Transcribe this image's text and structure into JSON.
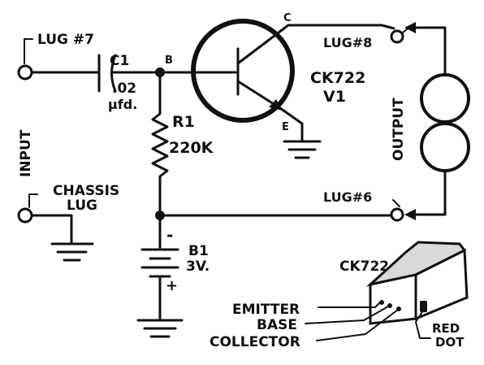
{
  "labels": {
    "lug7": "LUG #7",
    "c1_name": "C1",
    "c1_value": ".02",
    "c1_unit": "μfd.",
    "base": "B",
    "collector": "C",
    "emitter": "E",
    "transistor_type": "CK722",
    "transistor_ref": "V1",
    "lug8": "LUG#8",
    "r1_name": "R1",
    "r1_value": "220K",
    "input": "INPUT",
    "output": "OUTPUT",
    "chassis_line1": "CHASSIS",
    "chassis_line2": "LUG",
    "lug6": "LUG#6",
    "b1_minus": "-",
    "b1_name": "B1",
    "b1_value": "3V.",
    "b1_plus": "+",
    "package_title": "CK722",
    "pin_emitter": "EMITTER",
    "pin_base": "BASE",
    "pin_collector": "COLLECTOR",
    "red_dot_line1": "RED",
    "red_dot_line2": "DOT"
  },
  "colors": {
    "ink": "#111111",
    "paper": "#ffffff",
    "package_top": "#d9d9d9"
  }
}
